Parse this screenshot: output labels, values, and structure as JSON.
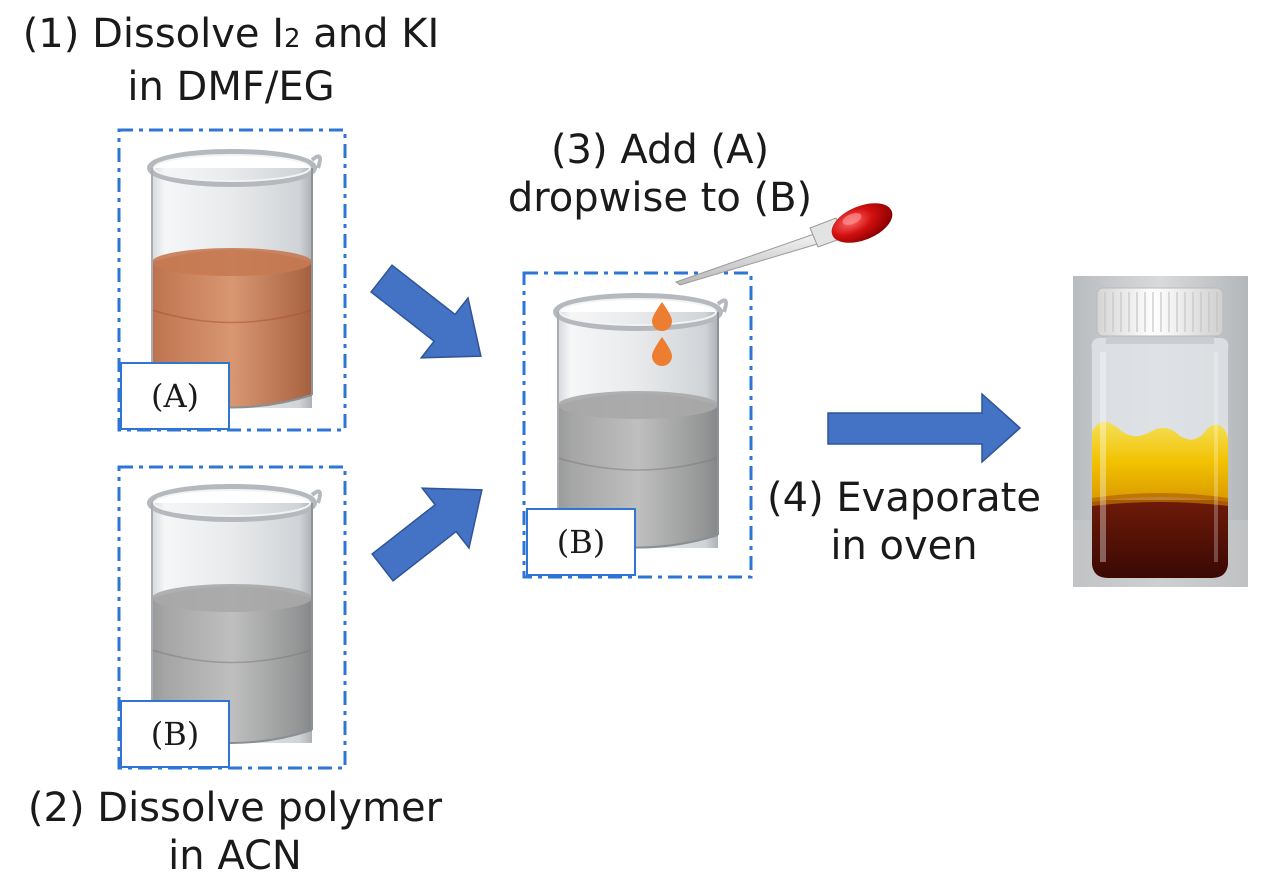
{
  "steps": {
    "step1": {
      "line1_prefix": "(1) Dissolve I",
      "line1_sub": "2",
      "line1_suffix": " and KI",
      "line2": "in DMF/EG"
    },
    "step2": {
      "line1": "(2) Dissolve polymer",
      "line2": "in ACN"
    },
    "step3": {
      "line1": "(3) Add (A)",
      "line2": "dropwise to (B)"
    },
    "step4": {
      "line1": "(4) Evaporate",
      "line2": "in oven"
    }
  },
  "labels": {
    "a": "(A)",
    "b": "(B)",
    "b_mixed": "(B)"
  },
  "colors": {
    "dash_border": "#2e75d6",
    "arrow_fill": "#4472c4",
    "arrow_stroke": "#2f5597",
    "solution_a": "#c8744a",
    "solution_b": "#9a9a9a",
    "droplet": "#ed7d31",
    "pipette_bulb": "#c00000",
    "product_yellow": "#f2c200",
    "product_dark": "#4a0d05"
  }
}
